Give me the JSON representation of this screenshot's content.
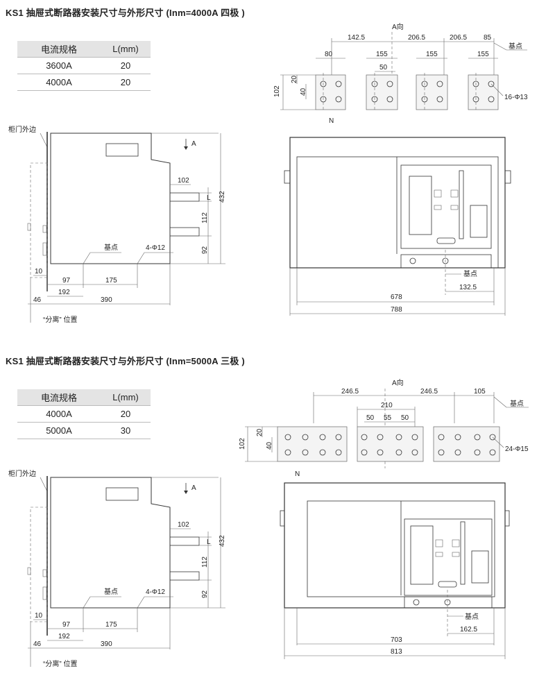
{
  "section1": {
    "title": "KS1 抽屉式断路器安装尺寸与外形尺寸 (Inm=4000A 四极 )",
    "table": {
      "headers": [
        "电流规格",
        "L(mm)"
      ],
      "rows": [
        [
          "3600A",
          "20"
        ],
        [
          "4000A",
          "20"
        ]
      ]
    },
    "labels": {
      "a_dir": "A向",
      "ref_point": "基点",
      "n": "N",
      "holes": "16-Φ13",
      "cabinet_edge": "柜门外边",
      "view_a": "A",
      "base_point": "基点",
      "mount_holes": "4-Φ12",
      "separated": "“分离” 位置",
      "l": "L"
    },
    "dims_top": [
      "142.5",
      "206.5",
      "206.5",
      "85",
      "80",
      "155",
      "155",
      "155",
      "50",
      "102",
      "20",
      "40"
    ],
    "dims_side": [
      "102",
      "432",
      "112",
      "92",
      "10",
      "97",
      "175",
      "192",
      "390",
      "46"
    ],
    "dims_front": [
      "132.5",
      "678",
      "788"
    ]
  },
  "section2": {
    "title": "KS1 抽屉式断路器安装尺寸与外形尺寸 (Inm=5000A 三极 )",
    "table": {
      "headers": [
        "电流规格",
        "L(mm)"
      ],
      "rows": [
        [
          "4000A",
          "20"
        ],
        [
          "5000A",
          "30"
        ]
      ]
    },
    "labels": {
      "a_dir": "A向",
      "ref_point": "基点",
      "n": "N",
      "holes": "24-Φ15",
      "cabinet_edge": "柜门外边",
      "view_a": "A",
      "base_point": "基点",
      "mount_holes": "4-Φ12",
      "separated": "“分离” 位置",
      "l": "L"
    },
    "dims_top": [
      "246.5",
      "246.5",
      "105",
      "210",
      "50",
      "55",
      "50",
      "102",
      "20",
      "40"
    ],
    "dims_side": [
      "102",
      "432",
      "112",
      "92",
      "10",
      "97",
      "175",
      "192",
      "390",
      "46"
    ],
    "dims_front": [
      "162.5",
      "703",
      "813"
    ]
  }
}
